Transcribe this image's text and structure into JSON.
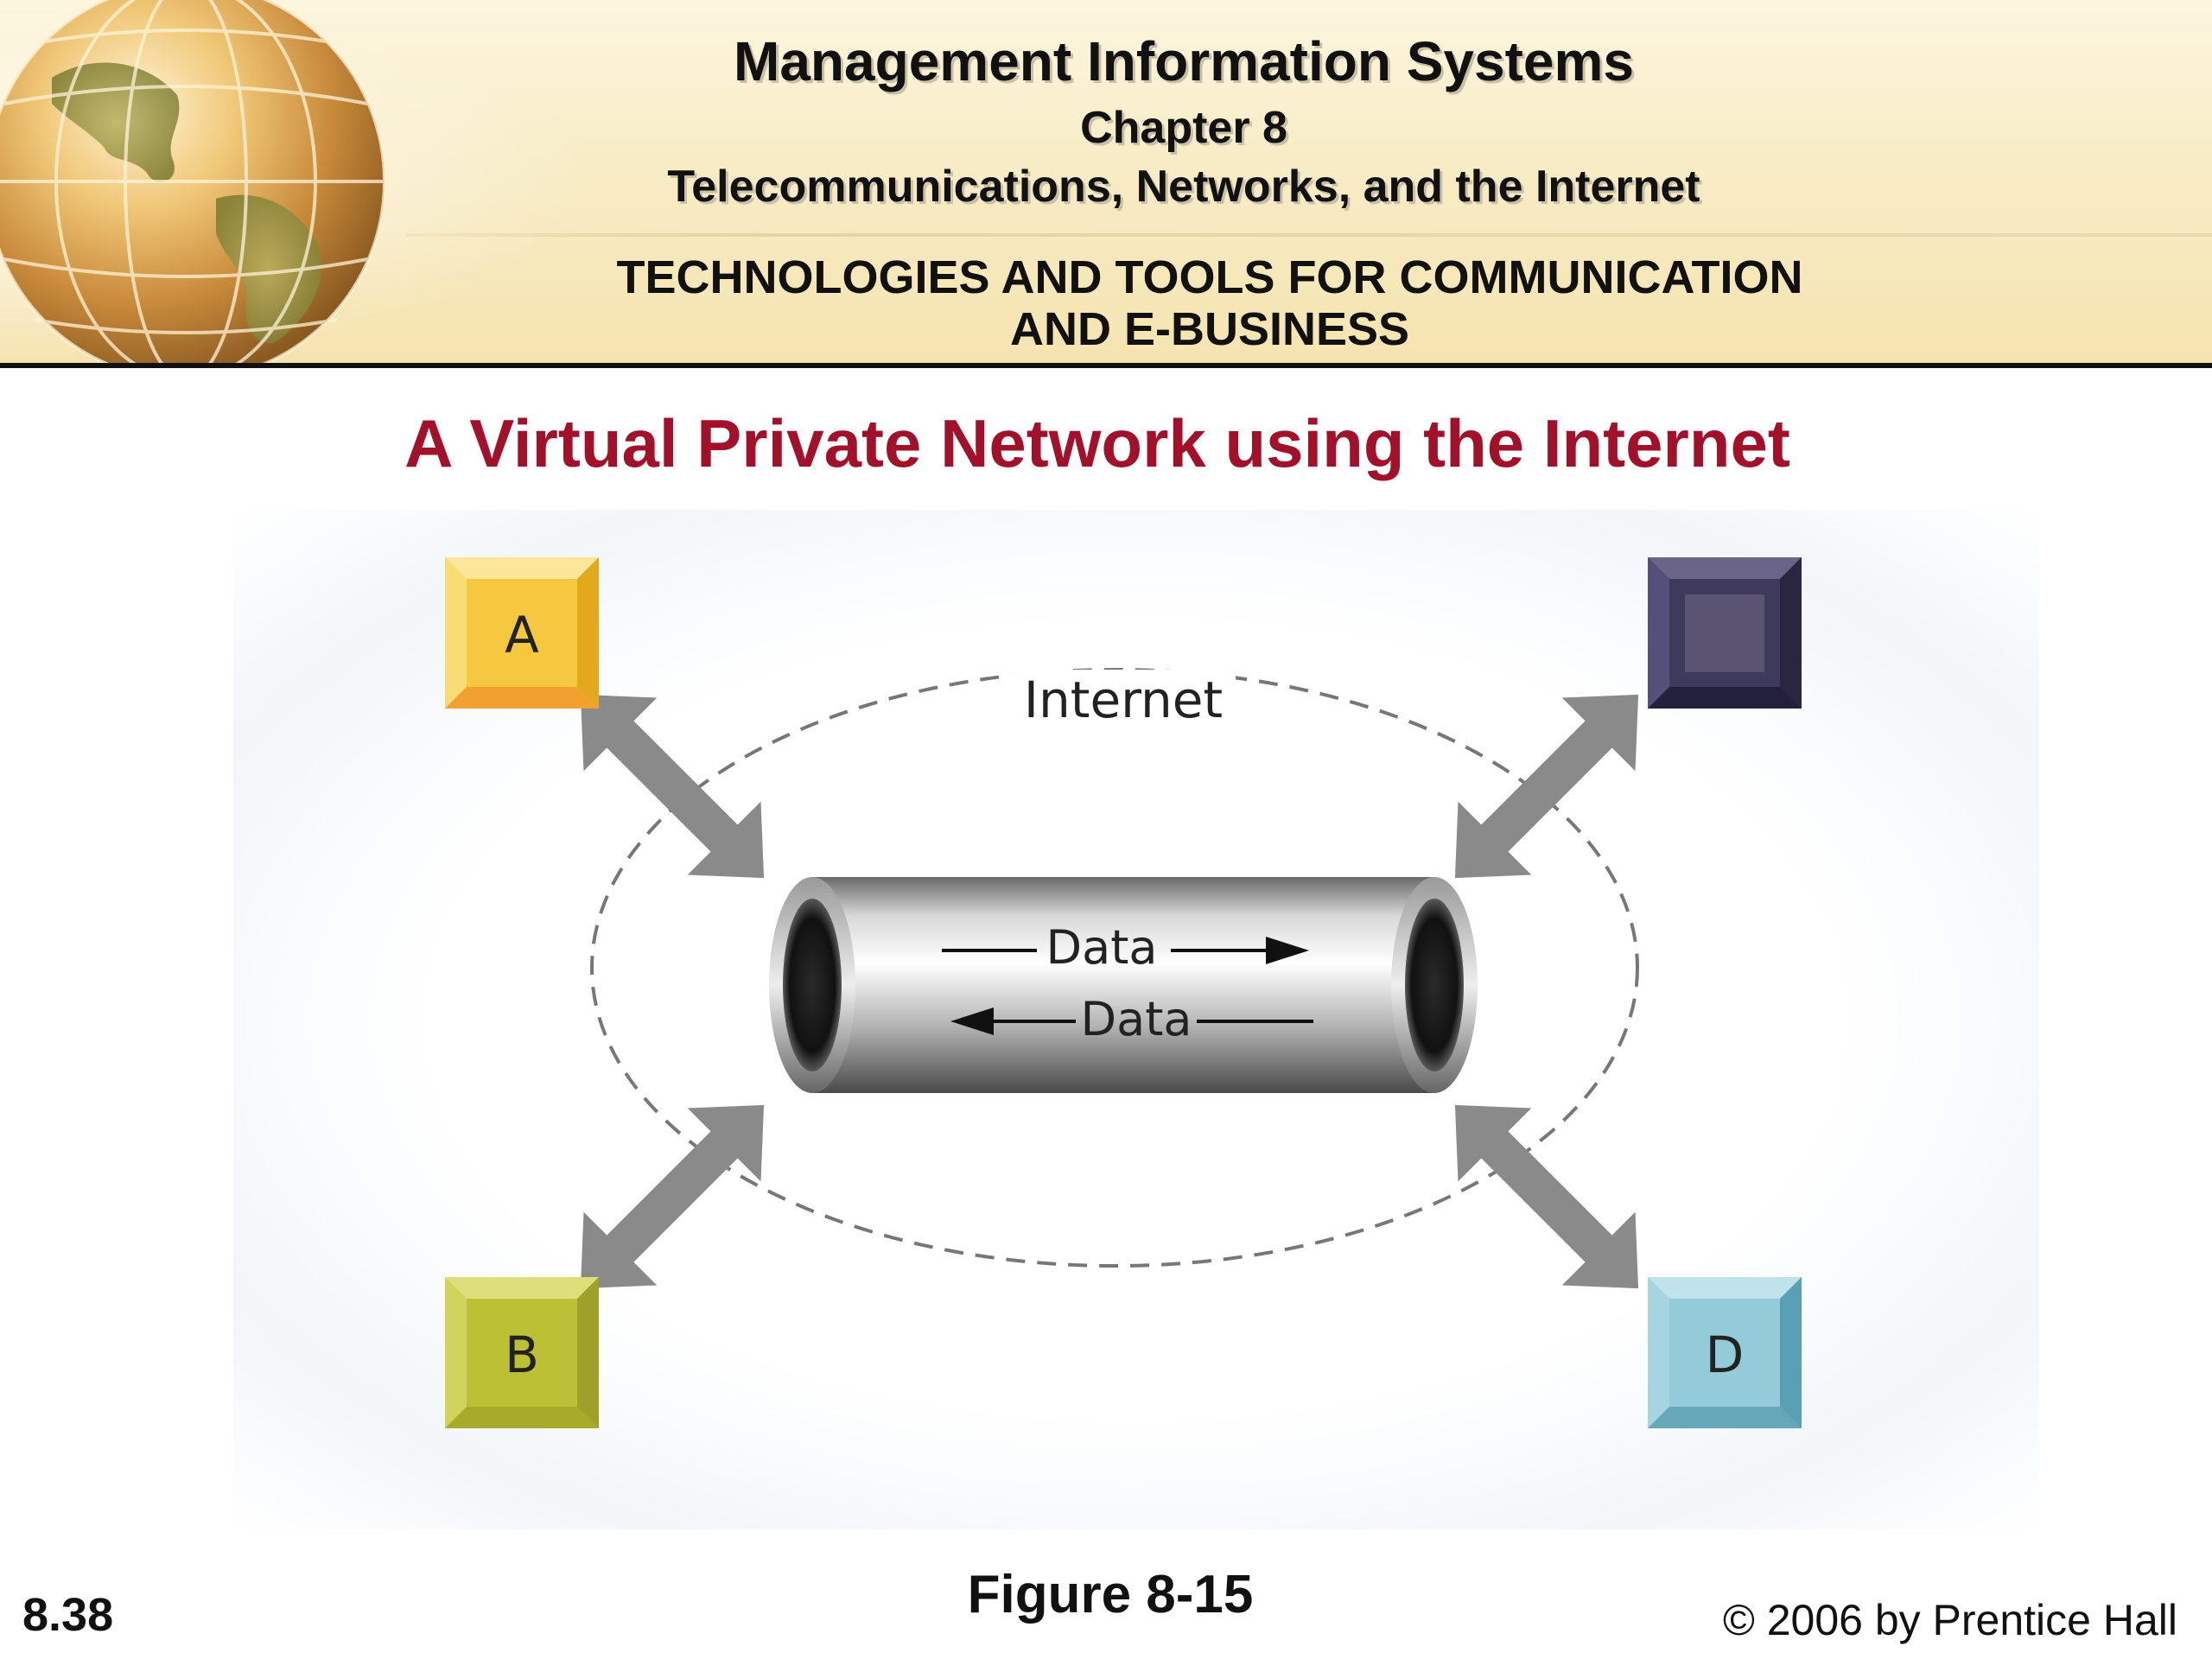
{
  "header": {
    "course_title": "Management Information Systems",
    "chapter": "Chapter 8",
    "chapter_title": "Telecommunications, Networks, and the Internet",
    "section_line1": "TECHNOLOGIES AND TOOLS FOR COMMUNICATION",
    "section_line2": "AND E-BUSINESS"
  },
  "slide": {
    "title": "A Virtual Private Network using the Internet",
    "figure_caption": "Figure 8-15",
    "slide_number": "8.38",
    "copyright": "© 2006 by Prentice Hall"
  },
  "diagram": {
    "cloud_label": "Internet",
    "tunnel_label_forward": "Data",
    "tunnel_label_reverse": "Data",
    "nodes": [
      {
        "id": "A",
        "label": "A",
        "color": "#f2c23a"
      },
      {
        "id": "C",
        "label": "",
        "color": "#4a4466"
      },
      {
        "id": "B",
        "label": "B",
        "color": "#bcc034"
      },
      {
        "id": "D",
        "label": "D",
        "color": "#8cc6d4"
      }
    ]
  },
  "colors": {
    "title_red": "#a3102a",
    "arrow_gray": "#8a8a8a"
  }
}
